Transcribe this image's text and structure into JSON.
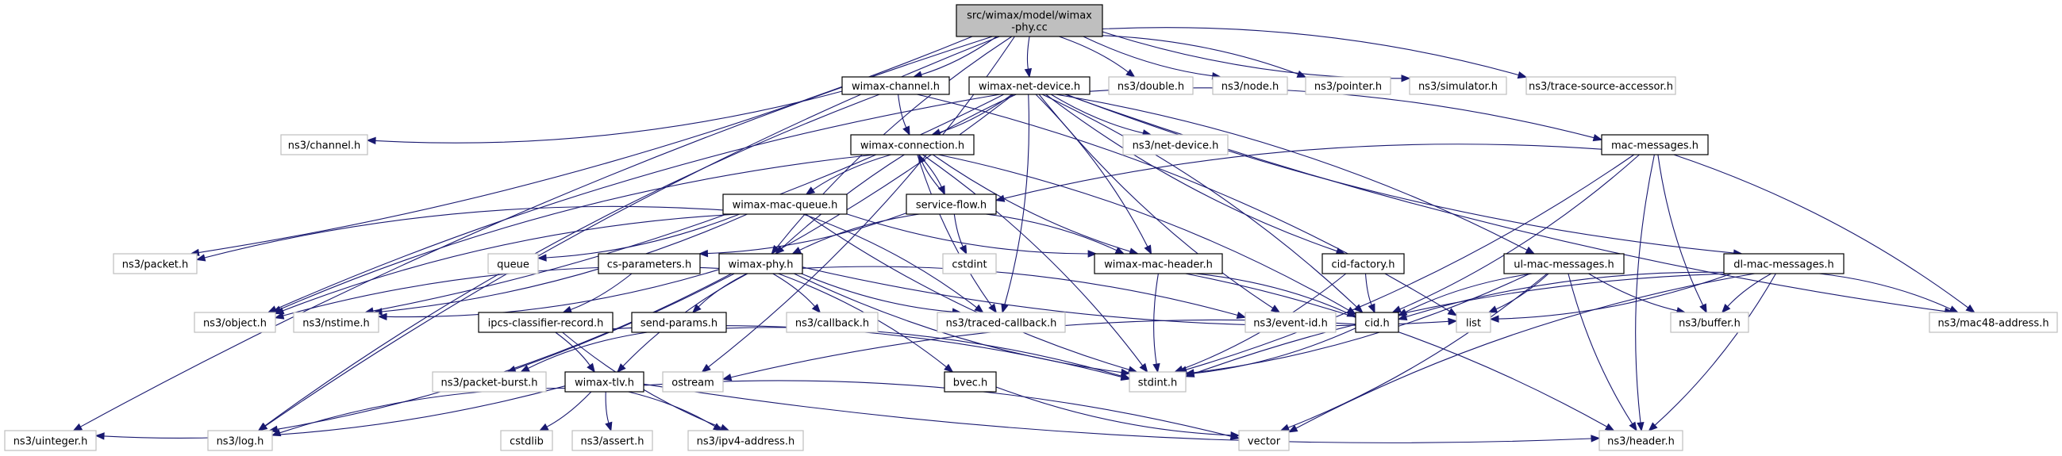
{
  "title": "Include dependency graph for src/wimax/model/wimax-phy.cc",
  "colors": {
    "edge": "#191970",
    "root_fill": "#bfbfbf",
    "documented_border": "#000000",
    "external_border": "#bfbfbf"
  },
  "nodes": [
    {
      "id": "root",
      "label": [
        "src/wimax/model/wimax",
        "-phy.cc"
      ],
      "kind": "root"
    },
    {
      "id": "wimax-channel",
      "label": [
        "wimax-channel.h"
      ],
      "kind": "doc"
    },
    {
      "id": "wimax-net-device",
      "label": [
        "wimax-net-device.h"
      ],
      "kind": "doc"
    },
    {
      "id": "double",
      "label": [
        "ns3/double.h"
      ],
      "kind": "ext"
    },
    {
      "id": "node",
      "label": [
        "ns3/node.h"
      ],
      "kind": "ext"
    },
    {
      "id": "pointer",
      "label": [
        "ns3/pointer.h"
      ],
      "kind": "ext"
    },
    {
      "id": "simulator",
      "label": [
        "ns3/simulator.h"
      ],
      "kind": "ext"
    },
    {
      "id": "trace-source-accessor",
      "label": [
        "ns3/trace-source-accessor.h"
      ],
      "kind": "ext"
    },
    {
      "id": "channel",
      "label": [
        "ns3/channel.h"
      ],
      "kind": "ext"
    },
    {
      "id": "wimax-connection",
      "label": [
        "wimax-connection.h"
      ],
      "kind": "doc"
    },
    {
      "id": "net-device",
      "label": [
        "ns3/net-device.h"
      ],
      "kind": "ext"
    },
    {
      "id": "mac-messages",
      "label": [
        "mac-messages.h"
      ],
      "kind": "doc"
    },
    {
      "id": "wimax-mac-queue",
      "label": [
        "wimax-mac-queue.h"
      ],
      "kind": "doc"
    },
    {
      "id": "service-flow",
      "label": [
        "service-flow.h"
      ],
      "kind": "doc"
    },
    {
      "id": "packet",
      "label": [
        "ns3/packet.h"
      ],
      "kind": "ext"
    },
    {
      "id": "queue",
      "label": [
        "queue"
      ],
      "kind": "ext"
    },
    {
      "id": "cs-parameters",
      "label": [
        "cs-parameters.h"
      ],
      "kind": "doc"
    },
    {
      "id": "wimax-phy",
      "label": [
        "wimax-phy.h"
      ],
      "kind": "doc"
    },
    {
      "id": "cstdint",
      "label": [
        "cstdint"
      ],
      "kind": "ext"
    },
    {
      "id": "wimax-mac-header",
      "label": [
        "wimax-mac-header.h"
      ],
      "kind": "doc"
    },
    {
      "id": "cid-factory",
      "label": [
        "cid-factory.h"
      ],
      "kind": "doc"
    },
    {
      "id": "ul-mac-messages",
      "label": [
        "ul-mac-messages.h"
      ],
      "kind": "doc"
    },
    {
      "id": "dl-mac-messages",
      "label": [
        "dl-mac-messages.h"
      ],
      "kind": "doc"
    },
    {
      "id": "object",
      "label": [
        "ns3/object.h"
      ],
      "kind": "ext"
    },
    {
      "id": "nstime",
      "label": [
        "ns3/nstime.h"
      ],
      "kind": "ext"
    },
    {
      "id": "ipcs-classifier-record",
      "label": [
        "ipcs-classifier-record.h"
      ],
      "kind": "doc"
    },
    {
      "id": "send-params",
      "label": [
        "send-params.h"
      ],
      "kind": "doc"
    },
    {
      "id": "callback",
      "label": [
        "ns3/callback.h"
      ],
      "kind": "ext"
    },
    {
      "id": "traced-callback",
      "label": [
        "ns3/traced-callback.h"
      ],
      "kind": "ext"
    },
    {
      "id": "event-id",
      "label": [
        "ns3/event-id.h"
      ],
      "kind": "ext"
    },
    {
      "id": "cid",
      "label": [
        "cid.h"
      ],
      "kind": "doc"
    },
    {
      "id": "list",
      "label": [
        "list"
      ],
      "kind": "ext"
    },
    {
      "id": "buffer",
      "label": [
        "ns3/buffer.h"
      ],
      "kind": "ext"
    },
    {
      "id": "mac48-address",
      "label": [
        "ns3/mac48-address.h"
      ],
      "kind": "ext"
    },
    {
      "id": "packet-burst",
      "label": [
        "ns3/packet-burst.h"
      ],
      "kind": "ext"
    },
    {
      "id": "wimax-tlv",
      "label": [
        "wimax-tlv.h"
      ],
      "kind": "doc"
    },
    {
      "id": "ostream",
      "label": [
        "ostream"
      ],
      "kind": "ext"
    },
    {
      "id": "stdint",
      "label": [
        "stdint.h"
      ],
      "kind": "ext"
    },
    {
      "id": "bvec",
      "label": [
        "bvec.h"
      ],
      "kind": "doc"
    },
    {
      "id": "uinteger",
      "label": [
        "ns3/uinteger.h"
      ],
      "kind": "ext"
    },
    {
      "id": "log",
      "label": [
        "ns3/log.h"
      ],
      "kind": "ext"
    },
    {
      "id": "cstdlib",
      "label": [
        "cstdlib"
      ],
      "kind": "ext"
    },
    {
      "id": "assert",
      "label": [
        "ns3/assert.h"
      ],
      "kind": "ext"
    },
    {
      "id": "ipv4-address",
      "label": [
        "ns3/ipv4-address.h"
      ],
      "kind": "ext"
    },
    {
      "id": "vector",
      "label": [
        "vector"
      ],
      "kind": "ext"
    },
    {
      "id": "header",
      "label": [
        "ns3/header.h"
      ],
      "kind": "ext"
    }
  ],
  "edges": [
    [
      "root",
      "wimax-channel"
    ],
    [
      "root",
      "wimax-net-device"
    ],
    [
      "root",
      "double"
    ],
    [
      "root",
      "node"
    ],
    [
      "root",
      "pointer"
    ],
    [
      "root",
      "simulator"
    ],
    [
      "root",
      "trace-source-accessor"
    ],
    [
      "root",
      "wimax-phy"
    ],
    [
      "root",
      "packet"
    ],
    [
      "root",
      "uinteger"
    ],
    [
      "root",
      "ostream"
    ],
    [
      "root",
      "log"
    ],
    [
      "wimax-channel",
      "channel"
    ],
    [
      "wimax-channel",
      "wimax-connection"
    ],
    [
      "wimax-channel",
      "list"
    ],
    [
      "wimax-channel",
      "log"
    ],
    [
      "wimax-net-device",
      "wimax-connection"
    ],
    [
      "wimax-net-device",
      "net-device"
    ],
    [
      "wimax-net-device",
      "mac-messages"
    ],
    [
      "wimax-net-device",
      "wimax-phy"
    ],
    [
      "wimax-net-device",
      "wimax-mac-header"
    ],
    [
      "wimax-net-device",
      "cid-factory"
    ],
    [
      "wimax-net-device",
      "ul-mac-messages"
    ],
    [
      "wimax-net-device",
      "dl-mac-messages"
    ],
    [
      "wimax-net-device",
      "traced-callback"
    ],
    [
      "wimax-net-device",
      "event-id"
    ],
    [
      "wimax-net-device",
      "cid"
    ],
    [
      "wimax-net-device",
      "mac48-address"
    ],
    [
      "wimax-net-device",
      "nstime"
    ],
    [
      "wimax-net-device",
      "object"
    ],
    [
      "wimax-net-device",
      "packet-burst"
    ],
    [
      "wimax-connection",
      "wimax-mac-queue"
    ],
    [
      "wimax-connection",
      "service-flow"
    ],
    [
      "wimax-connection",
      "wimax-mac-header"
    ],
    [
      "wimax-connection",
      "cid"
    ],
    [
      "wimax-connection",
      "object"
    ],
    [
      "wimax-connection",
      "stdint"
    ],
    [
      "wimax-connection",
      "traced-callback"
    ],
    [
      "service-flow",
      "wimax-connection"
    ],
    [
      "service-flow",
      "cstdint"
    ],
    [
      "service-flow",
      "cs-parameters"
    ],
    [
      "service-flow",
      "wimax-phy"
    ],
    [
      "service-flow",
      "wimax-mac-header"
    ],
    [
      "mac-messages",
      "service-flow"
    ],
    [
      "mac-messages",
      "cid"
    ],
    [
      "mac-messages",
      "buffer"
    ],
    [
      "mac-messages",
      "mac48-address"
    ],
    [
      "mac-messages",
      "header"
    ],
    [
      "mac-messages",
      "stdint"
    ],
    [
      "wimax-mac-queue",
      "packet"
    ],
    [
      "wimax-mac-queue",
      "queue"
    ],
    [
      "wimax-mac-queue",
      "object"
    ],
    [
      "wimax-mac-queue",
      "nstime"
    ],
    [
      "wimax-mac-queue",
      "wimax-mac-header"
    ],
    [
      "wimax-mac-queue",
      "traced-callback"
    ],
    [
      "wimax-mac-queue",
      "stdint"
    ],
    [
      "cs-parameters",
      "ipcs-classifier-record"
    ],
    [
      "wimax-phy",
      "object"
    ],
    [
      "wimax-phy",
      "nstime"
    ],
    [
      "wimax-phy",
      "send-params"
    ],
    [
      "wimax-phy",
      "callback"
    ],
    [
      "wimax-phy",
      "traced-callback"
    ],
    [
      "wimax-phy",
      "event-id"
    ],
    [
      "wimax-phy",
      "list"
    ],
    [
      "wimax-phy",
      "bvec"
    ],
    [
      "wimax-phy",
      "stdint"
    ],
    [
      "wimax-phy",
      "log"
    ],
    [
      "wimax-phy",
      "wimax-tlv"
    ],
    [
      "wimax-mac-header",
      "cid"
    ],
    [
      "wimax-mac-header",
      "stdint"
    ],
    [
      "wimax-mac-header",
      "header"
    ],
    [
      "cid-factory",
      "cid"
    ],
    [
      "cid-factory",
      "stdint"
    ],
    [
      "ul-mac-messages",
      "cid"
    ],
    [
      "ul-mac-messages",
      "list"
    ],
    [
      "ul-mac-messages",
      "buffer"
    ],
    [
      "ul-mac-messages",
      "stdint"
    ],
    [
      "ul-mac-messages",
      "header"
    ],
    [
      "ul-mac-messages",
      "vector"
    ],
    [
      "dl-mac-messages",
      "cid"
    ],
    [
      "dl-mac-messages",
      "list"
    ],
    [
      "dl-mac-messages",
      "buffer"
    ],
    [
      "dl-mac-messages",
      "mac48-address"
    ],
    [
      "dl-mac-messages",
      "stdint"
    ],
    [
      "dl-mac-messages",
      "header"
    ],
    [
      "dl-mac-messages",
      "vector"
    ],
    [
      "ipcs-classifier-record",
      "wimax-tlv"
    ],
    [
      "ipcs-classifier-record",
      "ipv4-address"
    ],
    [
      "ipcs-classifier-record",
      "stdint"
    ],
    [
      "send-params",
      "packet-burst"
    ],
    [
      "send-params",
      "stdint"
    ],
    [
      "cid",
      "ostream"
    ],
    [
      "cid",
      "stdint"
    ],
    [
      "bvec",
      "vector"
    ],
    [
      "wimax-tlv",
      "uinteger"
    ],
    [
      "wimax-tlv",
      "log"
    ],
    [
      "wimax-tlv",
      "cstdlib"
    ],
    [
      "wimax-tlv",
      "assert"
    ],
    [
      "wimax-tlv",
      "ipv4-address"
    ],
    [
      "wimax-tlv",
      "header"
    ],
    [
      "wimax-tlv",
      "vector"
    ]
  ]
}
